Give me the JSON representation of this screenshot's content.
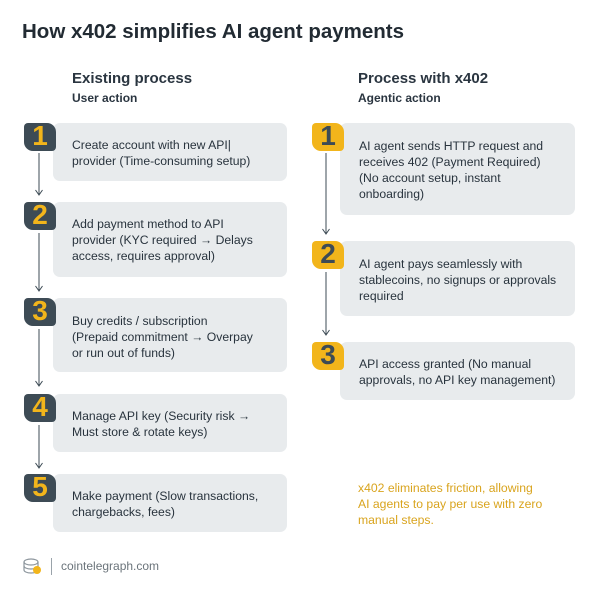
{
  "title": "How x402 simplifies AI agent payments",
  "left_column": {
    "heading": "Existing process",
    "subheading": "User action",
    "steps": [
      {
        "number": "1",
        "lines": [
          "Create account with new API|",
          "provider (Time-consuming setup)"
        ]
      },
      {
        "number": "2",
        "lines": [
          "Add payment method to API",
          "provider (KYC required → Delays",
          "access, requires approval)"
        ]
      },
      {
        "number": "3",
        "lines": [
          "Buy credits / subscription",
          "(Prepaid commitment → Overpay",
          "or run out of funds)"
        ]
      },
      {
        "number": "4",
        "lines": [
          "Manage API key (Security risk →",
          "Must store & rotate keys)"
        ]
      },
      {
        "number": "5",
        "lines": [
          "Make payment (Slow transactions,",
          "chargebacks, fees)"
        ]
      }
    ]
  },
  "right_column": {
    "heading": "Process with x402",
    "subheading": "Agentic action",
    "steps": [
      {
        "number": "1",
        "lines": [
          "AI agent sends HTTP request and",
          "receives 402 (Payment Required)",
          "(No account setup, instant",
          "onboarding)"
        ]
      },
      {
        "number": "2",
        "lines": [
          "AI agent pays seamlessly with",
          "stablecoins, no signups or approvals",
          "required"
        ]
      },
      {
        "number": "3",
        "lines": [
          "API access granted (No manual",
          "approvals, no API key management)"
        ]
      }
    ]
  },
  "note_lines": [
    "x402 eliminates friction, allowing",
    "AI agents to pay per use with zero",
    "manual steps."
  ],
  "footer": {
    "logo_icon": "cointelegraph-logo-icon",
    "source": "cointelegraph.com"
  },
  "colors": {
    "card_background": "#e8ebed",
    "badge_dark": "#3d4b55",
    "accent_gold": "#f2b51b",
    "note_text": "#d9a41e"
  }
}
